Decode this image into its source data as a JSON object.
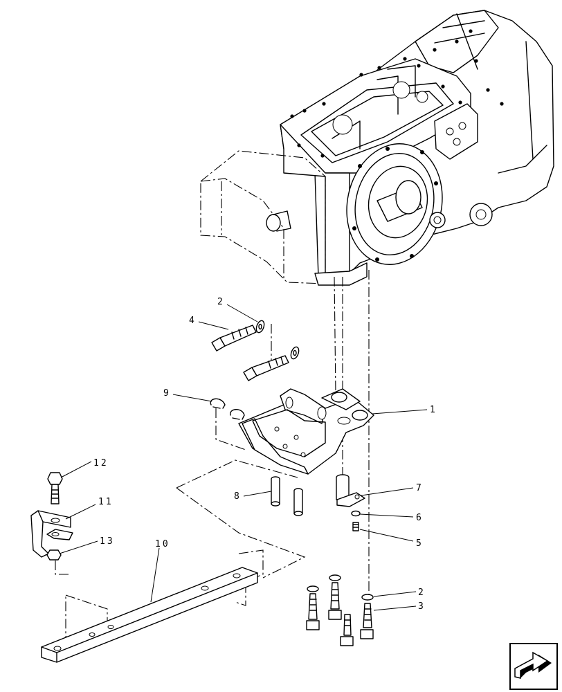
{
  "callouts": [
    {
      "id": "c1",
      "text": "1"
    },
    {
      "id": "c2a",
      "text": "2"
    },
    {
      "id": "c2b",
      "text": "2"
    },
    {
      "id": "c3",
      "text": "3"
    },
    {
      "id": "c4",
      "text": "4"
    },
    {
      "id": "c5",
      "text": "5"
    },
    {
      "id": "c6",
      "text": "6"
    },
    {
      "id": "c7",
      "text": "7"
    },
    {
      "id": "c8",
      "text": "8"
    },
    {
      "id": "c9",
      "text": "9"
    },
    {
      "id": "c10",
      "text": "10"
    },
    {
      "id": "c11",
      "text": "11"
    },
    {
      "id": "c12",
      "text": "12"
    },
    {
      "id": "c13",
      "text": "13"
    }
  ],
  "nav_icon": "next-page-arrow-icon"
}
